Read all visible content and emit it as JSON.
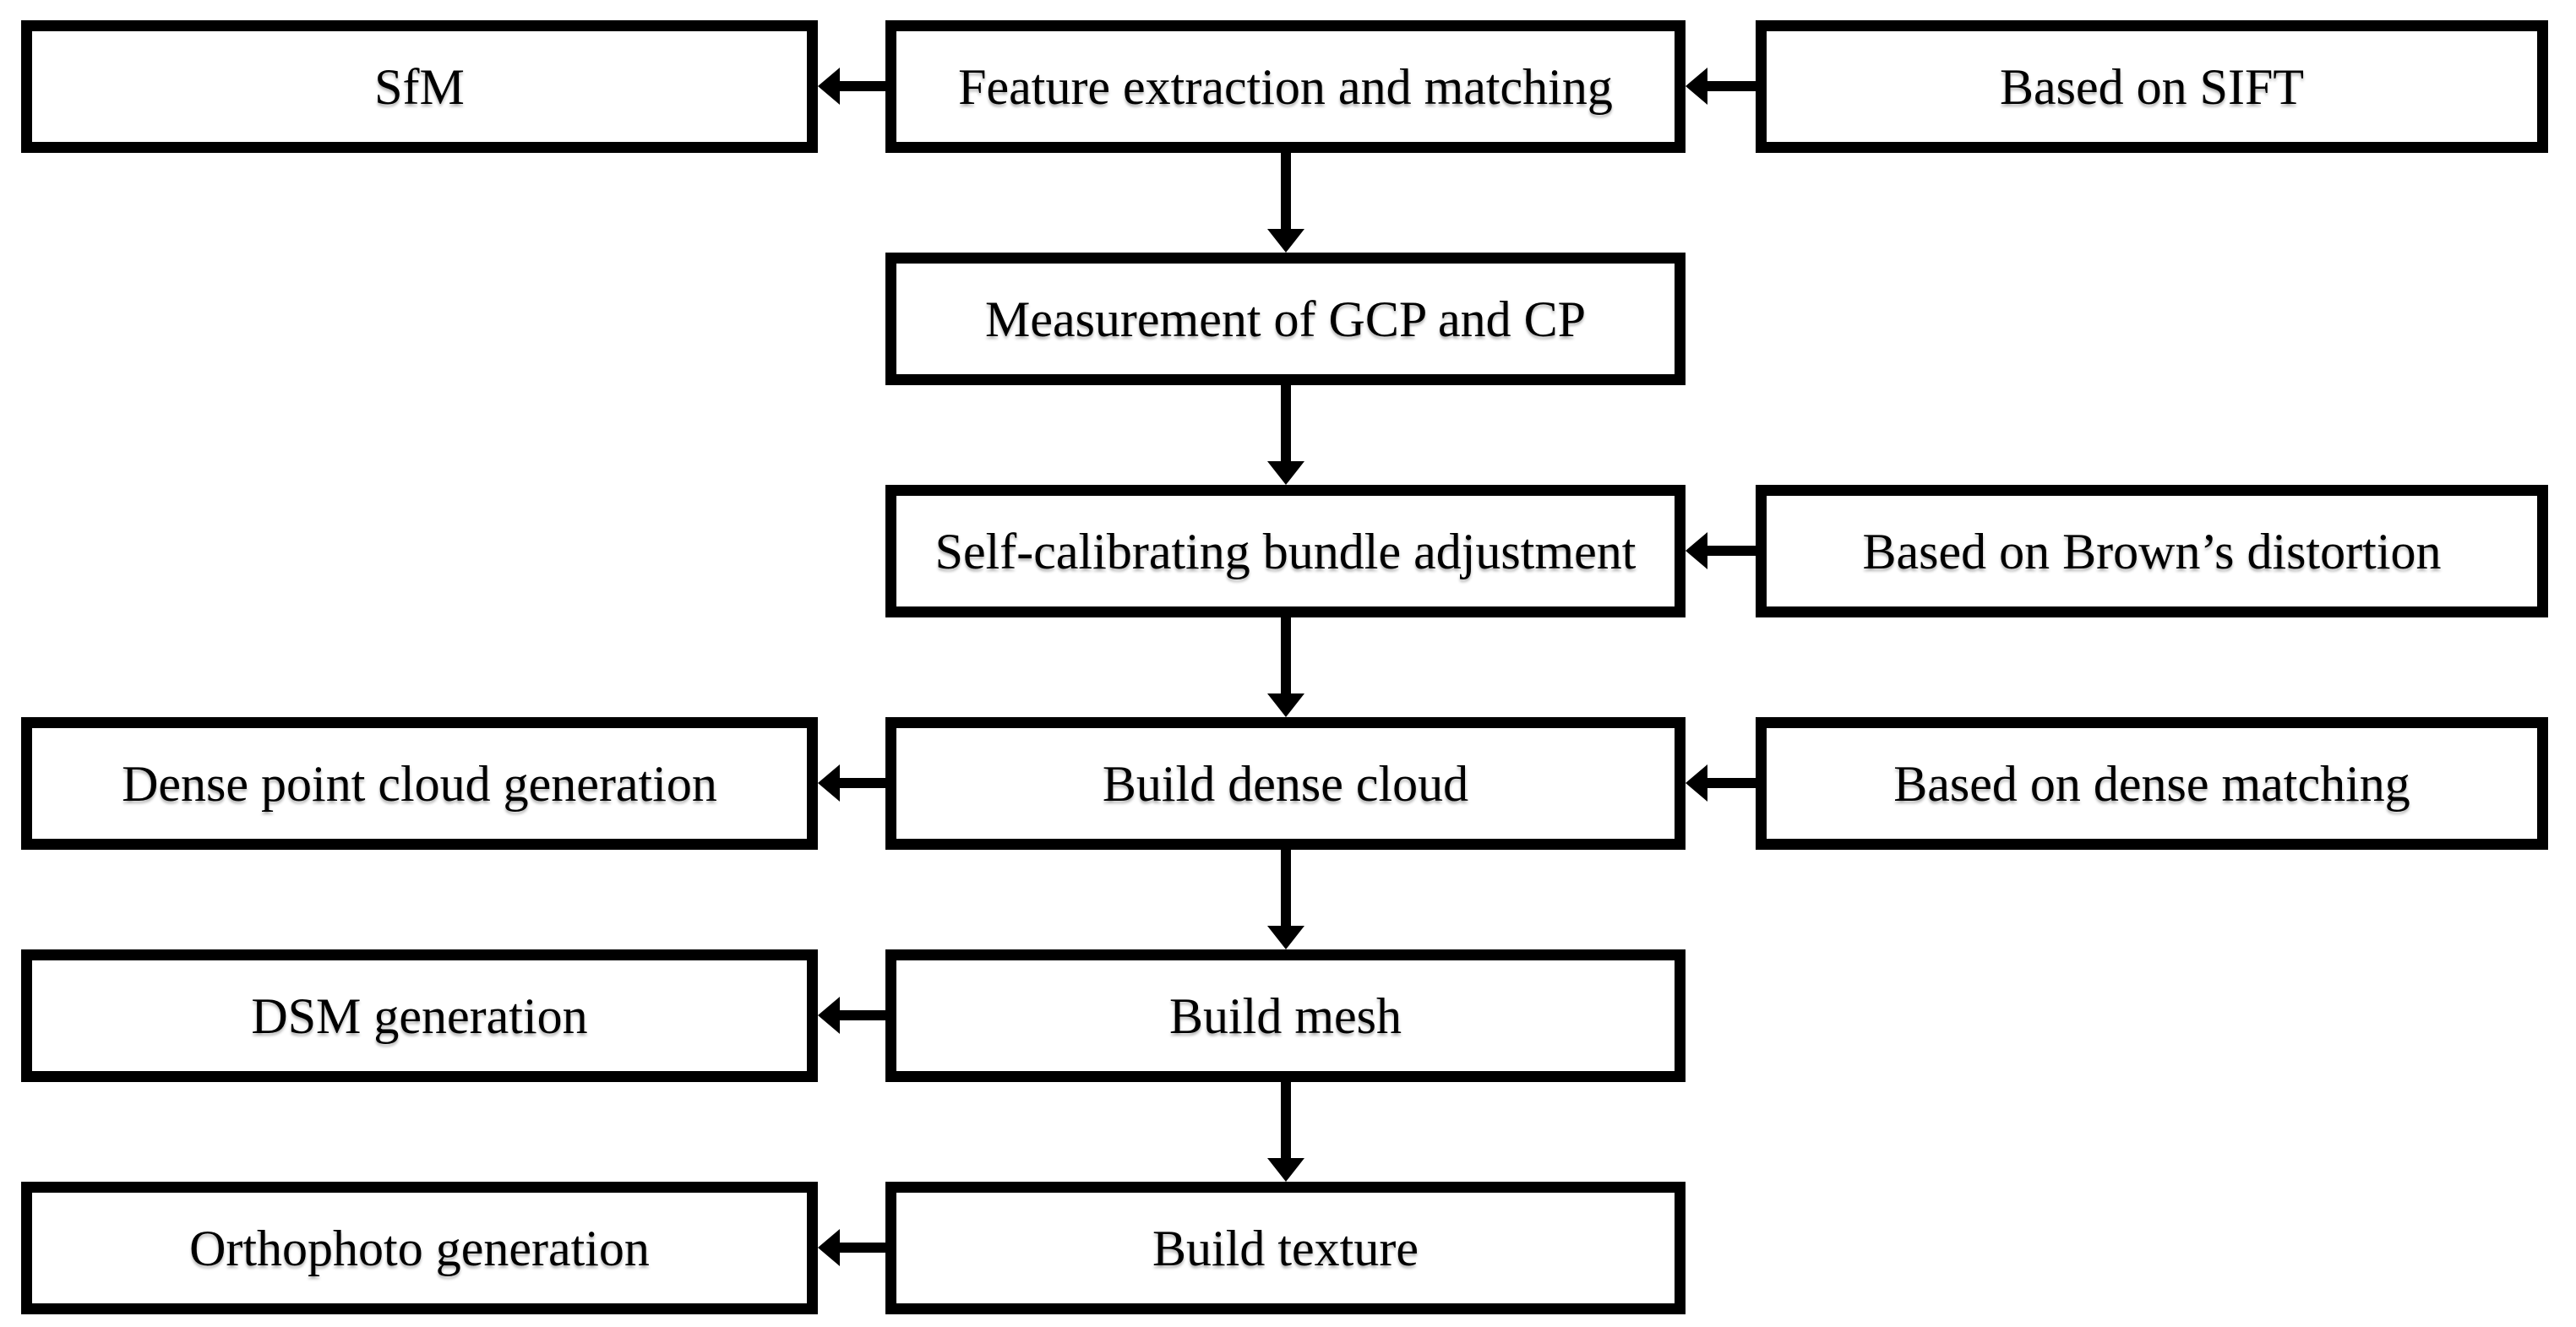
{
  "diagram": {
    "description": "SfM photogrammetry processing workflow flowchart",
    "colors": {
      "background": "#ffffff",
      "box_fill": "#ffffff",
      "box_border": "#000000",
      "text": "#000000",
      "arrow": "#000000"
    },
    "nodes": [
      {
        "id": "sfm",
        "label": "SfM",
        "column": "left",
        "row": 1
      },
      {
        "id": "feature-extraction",
        "label": "Feature extraction and matching",
        "column": "center",
        "row": 1
      },
      {
        "id": "based-on-sift",
        "label": "Based on SIFT",
        "column": "right",
        "row": 1
      },
      {
        "id": "gcp-cp-measurement",
        "label": "Measurement of GCP and CP",
        "column": "center",
        "row": 2
      },
      {
        "id": "bundle-adjustment",
        "label": "Self-calibrating bundle adjustment",
        "column": "center",
        "row": 3
      },
      {
        "id": "brown-distortion",
        "label": "Based on Brown’s distortion",
        "column": "right",
        "row": 3
      },
      {
        "id": "dense-point-cloud",
        "label": "Dense point cloud generation",
        "column": "left",
        "row": 4
      },
      {
        "id": "build-dense-cloud",
        "label": "Build dense cloud",
        "column": "center",
        "row": 4
      },
      {
        "id": "dense-matching",
        "label": "Based on dense matching",
        "column": "right",
        "row": 4
      },
      {
        "id": "dsm-generation",
        "label": "DSM generation",
        "column": "left",
        "row": 5
      },
      {
        "id": "build-mesh",
        "label": "Build mesh",
        "column": "center",
        "row": 5
      },
      {
        "id": "orthophoto-generation",
        "label": "Orthophoto generation",
        "column": "left",
        "row": 6
      },
      {
        "id": "build-texture",
        "label": "Build texture",
        "column": "center",
        "row": 6
      }
    ],
    "arrows": [
      {
        "from": "feature-extraction",
        "to": "sfm",
        "direction": "left"
      },
      {
        "from": "based-on-sift",
        "to": "feature-extraction",
        "direction": "left"
      },
      {
        "from": "feature-extraction",
        "to": "gcp-cp-measurement",
        "direction": "down"
      },
      {
        "from": "gcp-cp-measurement",
        "to": "bundle-adjustment",
        "direction": "down"
      },
      {
        "from": "brown-distortion",
        "to": "bundle-adjustment",
        "direction": "left"
      },
      {
        "from": "bundle-adjustment",
        "to": "build-dense-cloud",
        "direction": "down"
      },
      {
        "from": "build-dense-cloud",
        "to": "dense-point-cloud",
        "direction": "left"
      },
      {
        "from": "dense-matching",
        "to": "build-dense-cloud",
        "direction": "left"
      },
      {
        "from": "build-dense-cloud",
        "to": "build-mesh",
        "direction": "down"
      },
      {
        "from": "build-mesh",
        "to": "dsm-generation",
        "direction": "left"
      },
      {
        "from": "build-mesh",
        "to": "build-texture",
        "direction": "down"
      },
      {
        "from": "build-texture",
        "to": "orthophoto-generation",
        "direction": "left"
      }
    ]
  }
}
